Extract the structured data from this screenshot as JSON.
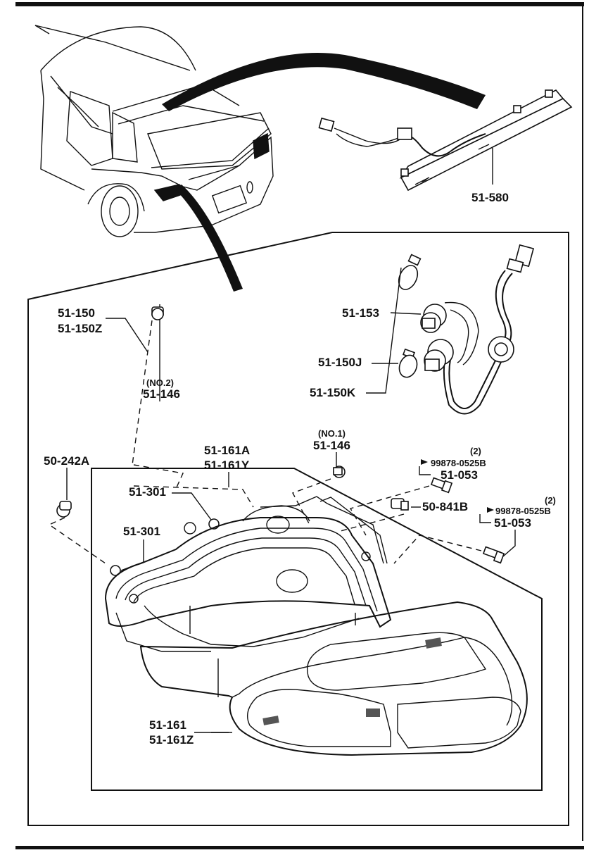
{
  "labels": {
    "high_mount_lamp": "51-580",
    "assembly_a": "51-150",
    "assembly_b": "51-150Z",
    "socket": "51-153",
    "bulb_j": "51-150J",
    "bulb_k": "51-150K",
    "screw_no2_note": "(NO.2)",
    "screw_no2": "51-146",
    "screw_no1_note": "(NO.1)",
    "screw_no1": "51-146",
    "housing_a": "51-161A",
    "housing_y": "51-161Y",
    "nut_50_242a": "50-242A",
    "grommet_1": "51-301",
    "grommet_2": "51-301",
    "bolt1_qty": "(2)",
    "bolt1_code": "99878-0525B",
    "bolt1_part": "51-053",
    "clip": "50-841B",
    "bolt2_qty": "(2)",
    "bolt2_code": "99878-0525B",
    "bolt2_part": "51-053",
    "lens_a": "51-161",
    "lens_z": "51-161Z"
  }
}
